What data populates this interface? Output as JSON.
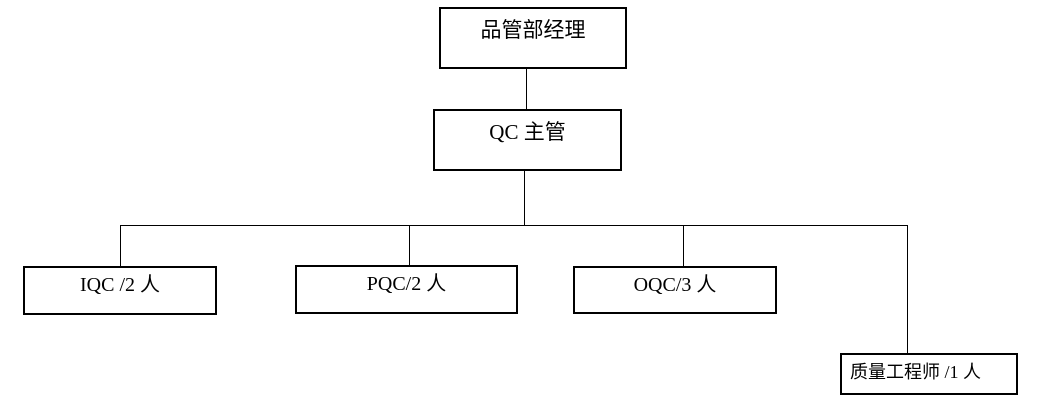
{
  "diagram": {
    "type": "org-chart",
    "nodes": [
      {
        "id": "manager",
        "label": "品管部经理"
      },
      {
        "id": "qc-supervisor",
        "label": "QC 主管"
      },
      {
        "id": "iqc",
        "label": "IQC /2 人"
      },
      {
        "id": "pqc",
        "label": "PQC/2 人"
      },
      {
        "id": "oqc",
        "label": "OQC/3 人"
      },
      {
        "id": "quality-engineer",
        "label": "质量工程师 /1 人"
      }
    ],
    "edges": [
      {
        "from": "manager",
        "to": "qc-supervisor"
      },
      {
        "from": "qc-supervisor",
        "to": "iqc"
      },
      {
        "from": "qc-supervisor",
        "to": "pqc"
      },
      {
        "from": "qc-supervisor",
        "to": "oqc"
      },
      {
        "from": "qc-supervisor",
        "to": "quality-engineer"
      }
    ],
    "colors": {
      "line": "#000000",
      "text": "#000000",
      "box_background": "#ffffff",
      "page_background": "#ffffff"
    }
  }
}
